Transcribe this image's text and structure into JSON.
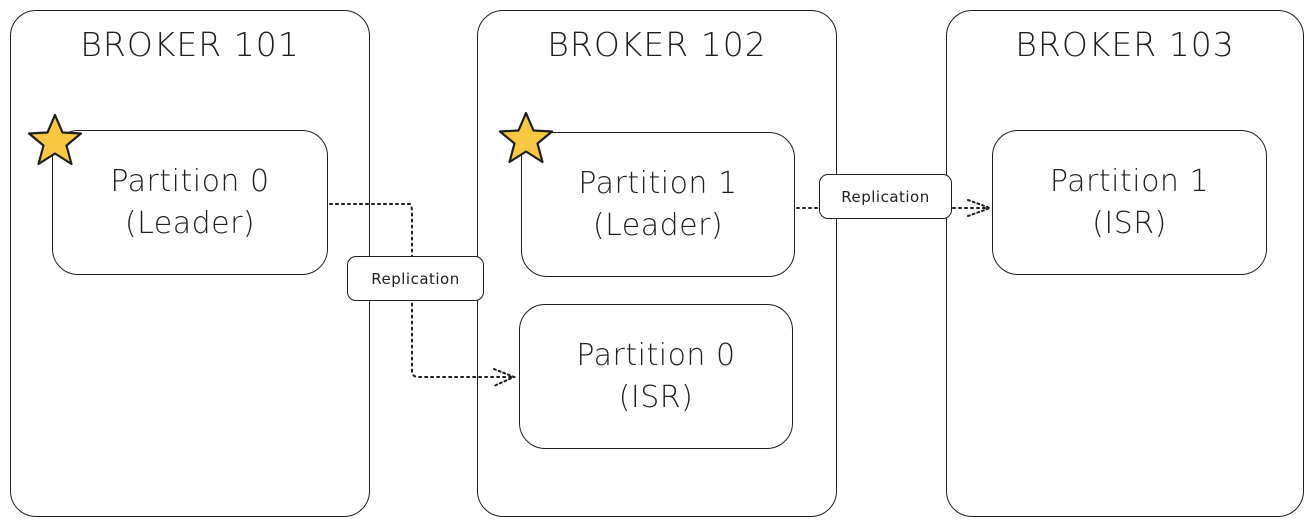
{
  "brokers": [
    {
      "title": "BROKER 101"
    },
    {
      "title": "BROKER 102"
    },
    {
      "title": "BROKER 103"
    }
  ],
  "partitions": [
    {
      "line1": "Partition 0",
      "line2": "(Leader)",
      "leader": true
    },
    {
      "line1": "Partition 1",
      "line2": "(Leader)",
      "leader": true
    },
    {
      "line1": "Partition 0",
      "line2": "(ISR)",
      "leader": false
    },
    {
      "line1": "Partition 1",
      "line2": "(ISR)",
      "leader": false
    }
  ],
  "edges": [
    {
      "from": "Partition 0 (Leader)",
      "to": "Partition 0 (ISR)",
      "label": "Replication",
      "style": "dotted"
    },
    {
      "from": "Partition 1 (Leader)",
      "to": "Partition 1 (ISR)",
      "label": "Replication",
      "style": "dotted"
    }
  ],
  "colors": {
    "stroke": "#1e1e1e",
    "star_fill": "#f8c843",
    "background": "#ffffff"
  }
}
